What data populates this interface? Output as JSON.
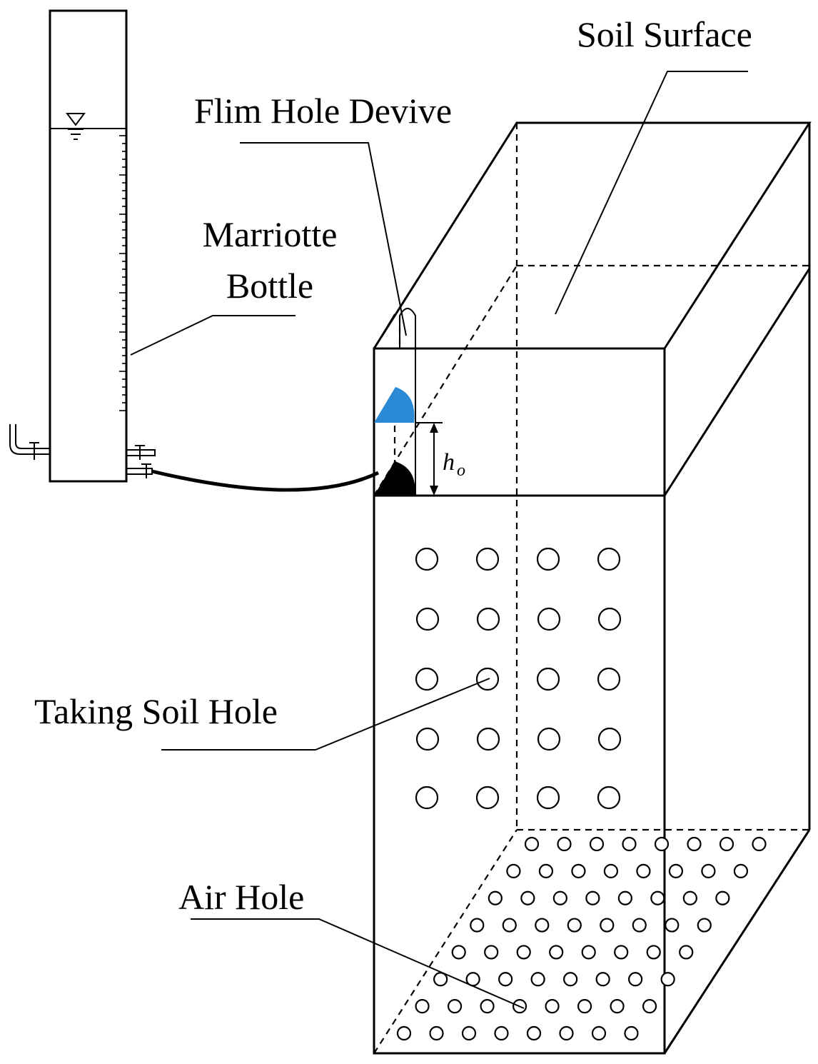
{
  "labels": {
    "soil_surface": "Soil Surface",
    "film_hole_device": "Flim Hole Devive",
    "marriotte_line1": "Marriotte",
    "marriotte_line2": "Bottle",
    "taking_soil_hole": "Taking Soil Hole",
    "air_hole": "Air Hole",
    "h_main": "h",
    "h_sub": "o"
  },
  "colors": {
    "film_hole_fill": "#2b8ad6",
    "outlet_fill": "#000000",
    "line": "#000000"
  },
  "taking_soil_holes": {
    "rows": 5,
    "columns": 4
  },
  "air_holes": {
    "rows": 8,
    "per_row": [
      8,
      8,
      8,
      8,
      8,
      8,
      8,
      8
    ]
  }
}
